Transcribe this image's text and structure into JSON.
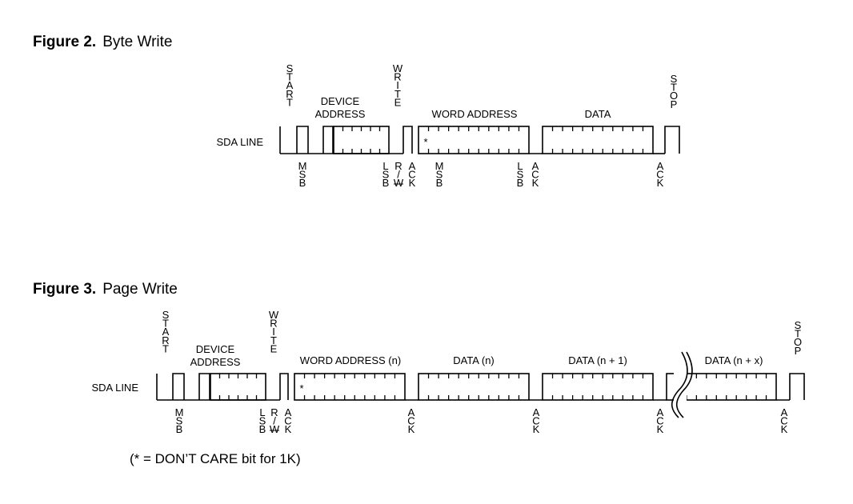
{
  "figure2": {
    "number": "Figure 2.",
    "name": "Byte Write",
    "sda_label": "SDA LINE",
    "start": [
      "S",
      "T",
      "A",
      "R",
      "T"
    ],
    "write": [
      "W",
      "R",
      "I",
      "T",
      "E"
    ],
    "stop": [
      "S",
      "T",
      "O",
      "P"
    ],
    "device_address": [
      "DEVICE",
      "ADDRESS"
    ],
    "word_address": "WORD ADDRESS",
    "data": "DATA",
    "dont_care_mark": "*",
    "below": {
      "msb": [
        "M",
        "S",
        "B"
      ],
      "lsb": [
        "L",
        "S",
        "B"
      ],
      "rw": [
        "R",
        "/",
        "W"
      ],
      "ack": [
        "A",
        "C",
        "K"
      ]
    }
  },
  "figure3": {
    "number": "Figure 3.",
    "name": "Page Write",
    "sda_label": "SDA LINE",
    "start": [
      "S",
      "T",
      "A",
      "R",
      "T"
    ],
    "write": [
      "W",
      "R",
      "I",
      "T",
      "E"
    ],
    "stop": [
      "S",
      "T",
      "O",
      "P"
    ],
    "device_address": [
      "DEVICE",
      "ADDRESS"
    ],
    "word_address": "WORD ADDRESS (n)",
    "data_n": "DATA (n)",
    "data_n1": "DATA (n + 1)",
    "data_nx": "DATA (n + x)",
    "dont_care_mark": "*",
    "below": {
      "msb": [
        "M",
        "S",
        "B"
      ],
      "lsb": [
        "L",
        "S",
        "B"
      ],
      "rw": [
        "R",
        "/",
        "W"
      ],
      "ack": [
        "A",
        "C",
        "K"
      ]
    }
  },
  "footnote": "(* = DON’T CARE bit for 1K)"
}
